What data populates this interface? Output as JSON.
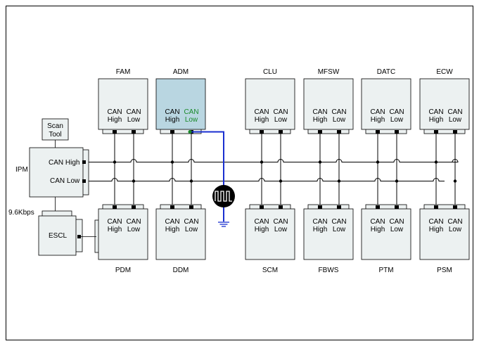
{
  "modules": {
    "top": [
      {
        "name": "FAM",
        "pins": [
          "CAN\nHigh",
          "CAN\nLow"
        ],
        "highlight": false
      },
      {
        "name": "ADM",
        "pins": [
          "CAN\nHigh",
          "CAN\nLow"
        ],
        "highlight": true
      },
      {
        "name": "CLU",
        "pins": [
          "CAN\nHigh",
          "CAN\nLow"
        ],
        "highlight": false
      },
      {
        "name": "MFSW",
        "pins": [
          "CAN\nHigh",
          "CAN\nLow"
        ],
        "highlight": false
      },
      {
        "name": "DATC",
        "pins": [
          "CAN\nHigh",
          "CAN\nLow"
        ],
        "highlight": false
      },
      {
        "name": "ECW",
        "pins": [
          "CAN\nHigh",
          "CAN\nLow"
        ],
        "highlight": false
      }
    ],
    "bottom": [
      {
        "name": "PDM",
        "pins": [
          "CAN\nHigh",
          "CAN\nLow"
        ]
      },
      {
        "name": "DDM",
        "pins": [
          "CAN\nHigh",
          "CAN\nLow"
        ]
      },
      {
        "name": "SCM",
        "pins": [
          "CAN\nHigh",
          "CAN\nLow"
        ]
      },
      {
        "name": "FBWS",
        "pins": [
          "CAN\nHigh",
          "CAN\nLow"
        ]
      },
      {
        "name": "PTM",
        "pins": [
          "CAN\nHigh",
          "CAN\nLow"
        ]
      },
      {
        "name": "PSM",
        "pins": [
          "CAN\nHigh",
          "CAN\nLow"
        ]
      }
    ]
  },
  "ipm": {
    "name": "IPM",
    "can_high": "CAN High",
    "can_low": "CAN Low"
  },
  "scan_tool": {
    "line1": "Scan",
    "line2": "Tool"
  },
  "escl": {
    "name": "ESCL",
    "speed": "9.6Kbps"
  },
  "colors": {
    "module_fill": "#ecf1f1",
    "module_highlight": "#b9d6e1",
    "probe_wire": "#1a2fd0",
    "probe_pin_text": "#1a8a2a",
    "line": "#000000"
  },
  "icons": {
    "oscilloscope": "square-wave-probe-icon",
    "ground": "ground-icon"
  }
}
